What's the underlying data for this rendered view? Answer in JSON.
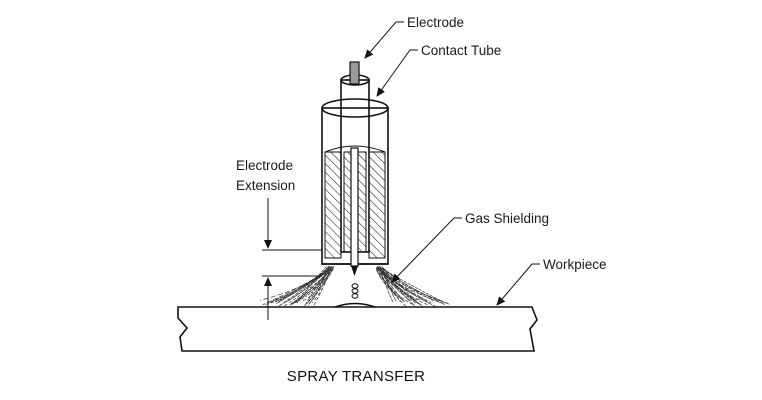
{
  "labels": {
    "electrode": "Electrode",
    "contact_tube": "Contact Tube",
    "electrode_extension_line1": "Electrode",
    "electrode_extension_line2": "Extension",
    "gas_shielding": "Gas Shielding",
    "workpiece": "Workpiece"
  },
  "caption": "SPRAY TRANSFER",
  "colors": {
    "ink": "#111111",
    "hatch": "#333333",
    "background": "#ffffff"
  }
}
